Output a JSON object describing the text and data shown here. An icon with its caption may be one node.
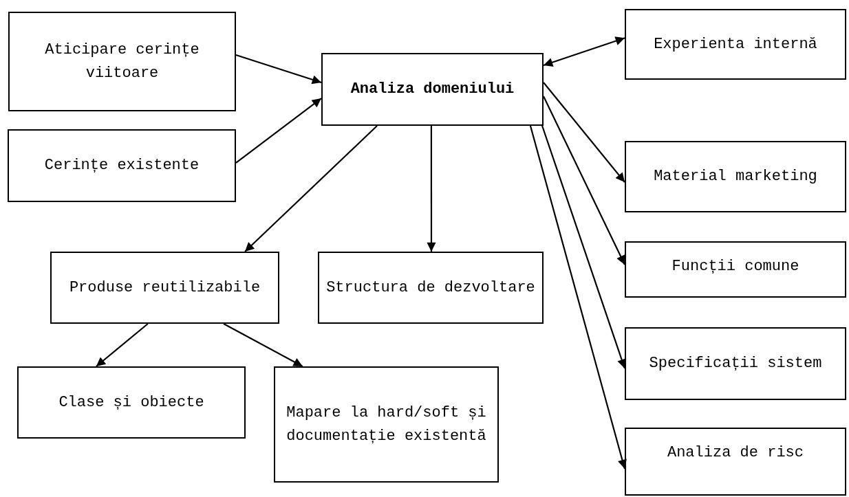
{
  "diagram": {
    "nodes": [
      {
        "text": [
          "Aticipare cerințe viitoare"
        ]
      },
      {
        "text": [
          "Cerințe existente"
        ]
      },
      {
        "text": [
          "Analiza domeniului"
        ]
      },
      {
        "text": [
          "Experienta internă"
        ]
      },
      {
        "text": [
          "Material marketing"
        ]
      },
      {
        "text": [
          "Produse reutilizabile"
        ]
      },
      {
        "text": [
          "Structura de dezvoltare"
        ]
      },
      {
        "text": [
          "Funcții comune"
        ]
      },
      {
        "text": [
          "Specificații sistem"
        ]
      },
      {
        "text": [
          "Analiza de risc"
        ]
      },
      {
        "text": [
          "Clase și obiecte"
        ]
      },
      {
        "text": [
          "Mapare la hard/soft și documentație existentă"
        ]
      }
    ],
    "edges": [
      {
        "from": 0,
        "to": 2,
        "arrow": "to"
      },
      {
        "from": 1,
        "to": 2,
        "arrow": "to"
      },
      {
        "from": 2,
        "to": 3,
        "arrow": "both"
      },
      {
        "from": 2,
        "to": 4,
        "arrow": "to"
      },
      {
        "from": 2,
        "to": 5,
        "arrow": "to"
      },
      {
        "from": 2,
        "to": 6,
        "arrow": "to"
      },
      {
        "from": 2,
        "to": 7,
        "arrow": "to"
      },
      {
        "from": 2,
        "to": 8,
        "arrow": "to"
      },
      {
        "from": 2,
        "to": 9,
        "arrow": "to"
      },
      {
        "from": 5,
        "to": 10,
        "arrow": "to"
      },
      {
        "from": 5,
        "to": 11,
        "arrow": "to"
      }
    ]
  }
}
